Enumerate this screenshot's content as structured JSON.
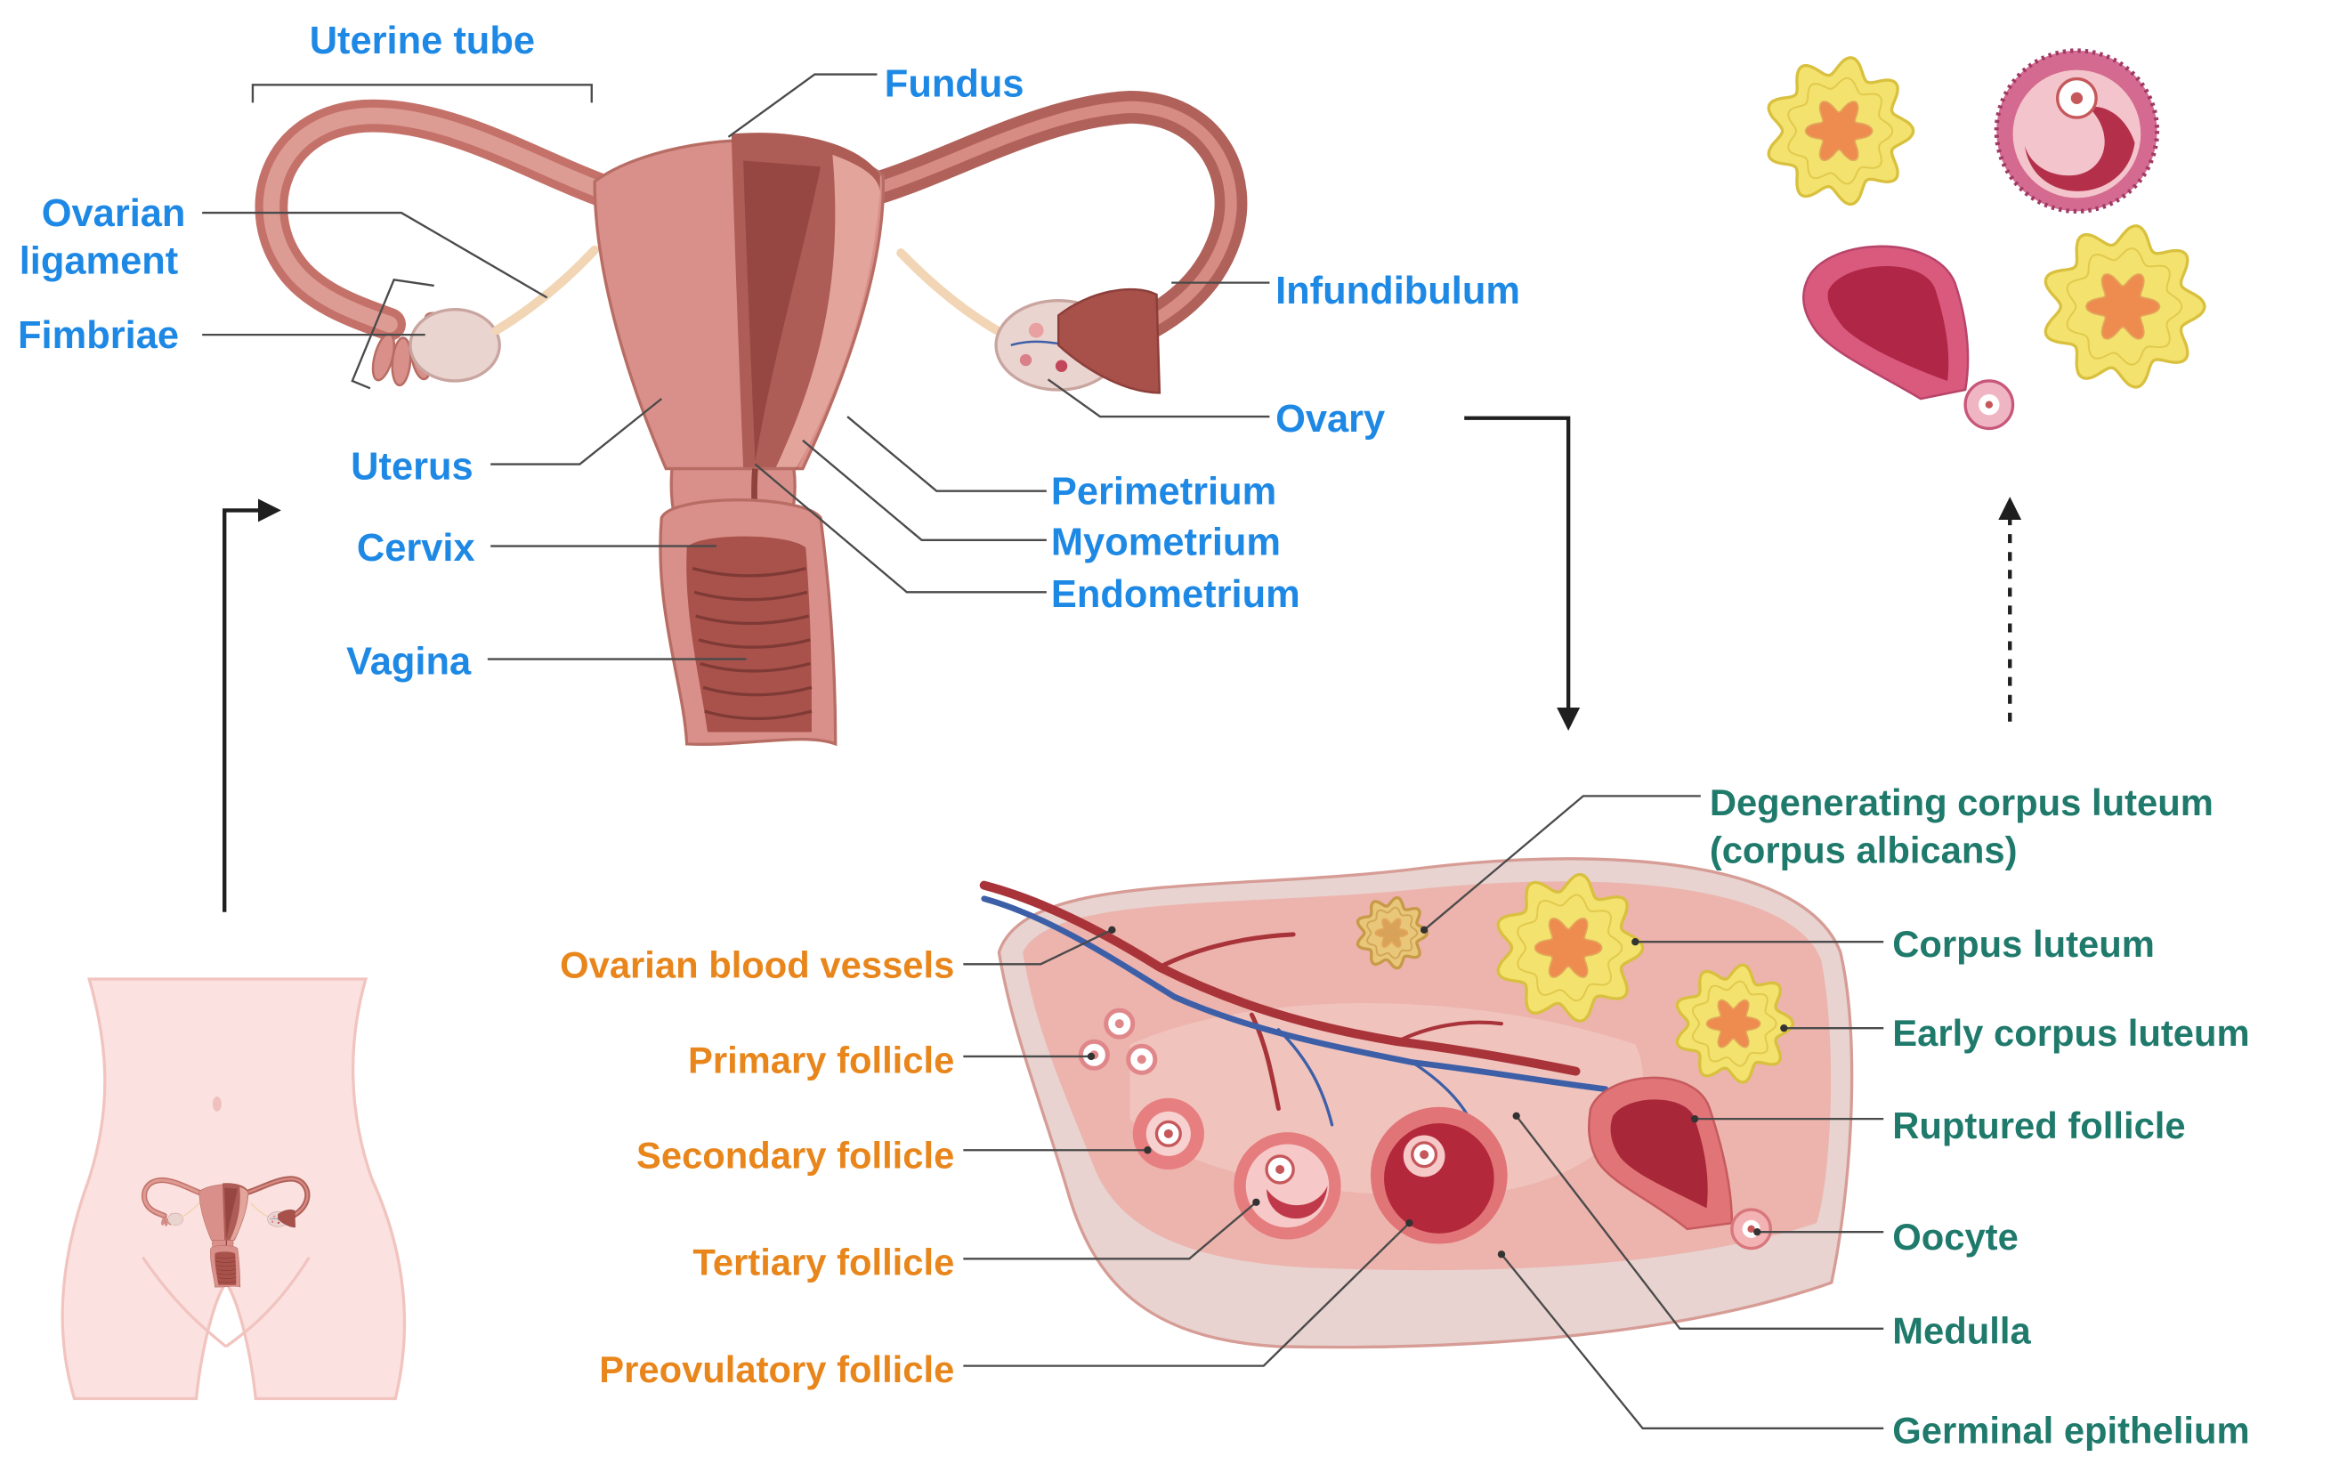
{
  "uterus_labels": {
    "uterine_tube": "Uterine tube",
    "fundus": "Fundus",
    "ovarian_ligament": [
      "Ovarian",
      "ligament"
    ],
    "fimbriae": "Fimbriae",
    "infundibulum": "Infundibulum",
    "ovary": "Ovary",
    "uterus": "Uterus",
    "cervix": "Cervix",
    "vagina": "Vagina",
    "perimetrium": "Perimetrium",
    "myometrium": "Myometrium",
    "endometrium": "Endometrium"
  },
  "follicle_labels": {
    "ovarian_blood_vessels": "Ovarian blood vessels",
    "primary_follicle": "Primary follicle",
    "secondary_follicle": "Secondary follicle",
    "tertiary_follicle": "Tertiary follicle",
    "preovulatory_follicle": "Preovulatory follicle"
  },
  "luteal_labels": {
    "degenerating_corpus_luteum": [
      "Degenerating corpus luteum",
      "(corpus albicans)"
    ],
    "corpus_luteum": "Corpus luteum",
    "early_corpus_luteum": "Early corpus luteum",
    "ruptured_follicle": "Ruptured follicle",
    "oocyte": "Oocyte",
    "medulla": "Medulla",
    "germinal_epithelium": "Germinal epithelium"
  },
  "colors": {
    "structure_label": "#1E88E5",
    "follicle_label": "#E8861C",
    "luteal_label": "#1F7A6C",
    "tissue": "#D9908A",
    "tissue_dark": "#AD5D55",
    "corpus_luteum_yellow": "#F3E26E",
    "corpus_luteum_core": "#EE8C50"
  }
}
